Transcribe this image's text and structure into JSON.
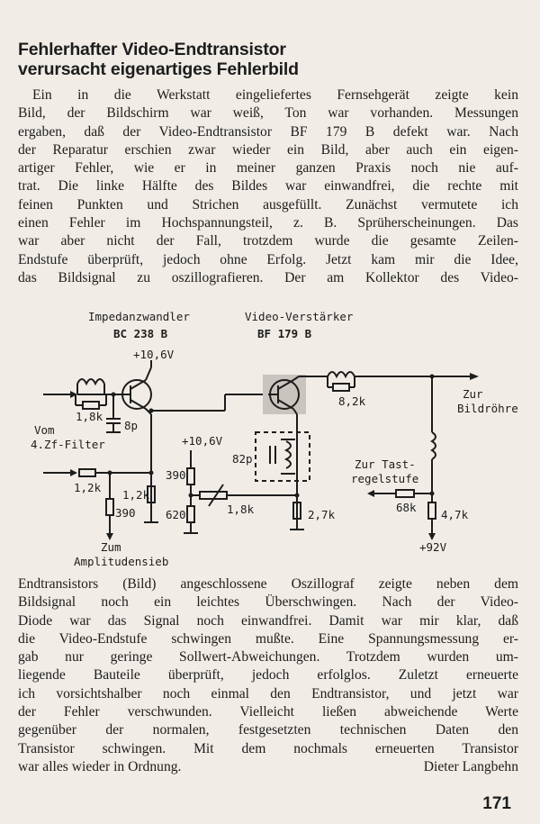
{
  "title": [
    "Fehlerhafter Video-Endtransistor",
    "verursacht eigenartiges Fehlerbild"
  ],
  "paragraph1": [
    "Ein in die Werkstatt eingeliefertes Fernsehgerät zeigte kein",
    "Bild, der Bildschirm war weiß, Ton war vorhanden. Messungen",
    "ergaben, daß der Video-Endtransistor BF 179 B defekt war. Nach",
    "der Reparatur erschien zwar wieder ein Bild, aber auch ein eigen-",
    "artiger Fehler, wie er in meiner ganzen Praxis noch nie auf-",
    "trat. Die linke Hälfte des Bildes war einwandfrei, die rechte mit",
    "feinen Punkten und Strichen ausgefüllt. Zunächst vermutete ich",
    "einen Fehler im Hochspannungsteil, z. B. Sprüherscheinungen. Das",
    "war aber nicht der Fall, trotzdem wurde die gesamte Zeilen-",
    "Endstufe überprüft, jedoch ohne Erfolg. Jetzt kam mir die Idee,",
    "das Bildsignal zu oszillografieren. Der am Kollektor des Video-"
  ],
  "schematic": {
    "impedanzwandler": "Impedanzwandler",
    "t1": "BC 238 B",
    "video_verstaerker": "Video-Verstärker",
    "t2": "BF 179 B",
    "v1": "+10,6V",
    "v2": "+10,6V",
    "r1": "1,8k",
    "c1": "8p",
    "vom": "Vom",
    "zf": "4.Zf-Filter",
    "r2": "1,2k",
    "r3": "390",
    "r4": "1,2k",
    "r5": "390",
    "r6": "620",
    "pot": "1,8k",
    "c2": "82p",
    "r7": "2,7k",
    "zum": "Zum",
    "amplitudensieb": "Amplitudensieb",
    "r8": "8,2k",
    "zur": "Zur",
    "bildroehre": "Bildröhre",
    "zur_tast": "Zur Tast-",
    "regelstufe": "regelstufe",
    "r9": "68k",
    "r10": "4,7k",
    "v3": "+92V"
  },
  "paragraph2": [
    "Endtransistors (Bild) angeschlossene Oszillograf zeigte neben dem",
    "Bildsignal noch ein leichtes Überschwingen. Nach der Video-",
    "Diode war das Signal noch einwandfrei. Damit war mir klar, daß",
    "die Video-Endstufe schwingen mußte. Eine Spannungsmessung er-",
    "gab nur geringe Sollwert-Abweichungen. Trotzdem wurden um-",
    "liegende Bauteile überprüft, jedoch erfolglos. Zuletzt erneuerte",
    "ich vorsichtshalber noch einmal den Endtransistor, und jetzt war",
    "der Fehler verschwunden. Vielleicht ließen abweichende Werte",
    "gegenüber der normalen, festgesetzten technischen Daten den",
    "Transistor schwingen. Mit dem nochmals erneuerten Transistor",
    "war alles wieder in Ordnung."
  ],
  "author": "Dieter Langbehn",
  "page_number": "171"
}
